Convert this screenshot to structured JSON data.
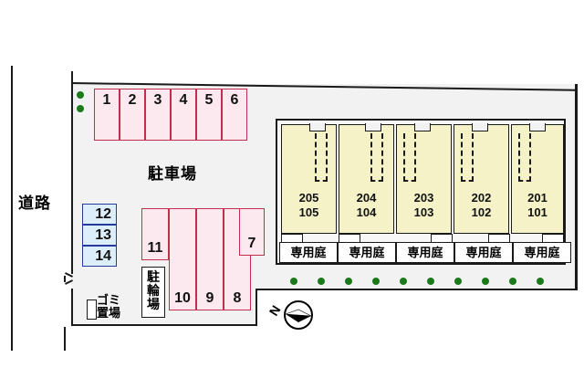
{
  "plan": {
    "road_label": "道路",
    "parking_label": "駐車場",
    "bicycle_label": [
      "駐",
      "輪",
      "場"
    ],
    "trash_label_line1": "ゴミ",
    "trash_label_line2": "置場",
    "compass_label": "N",
    "colors": {
      "stall_fill": "#fce9ef",
      "stall_border": "#c0304a",
      "blue_stall_fill": "#ddeefb",
      "blue_stall_border": "#26399e",
      "unit_fill": "#f6f2c8",
      "ground": "#f2f2f2",
      "greenery": "#1a7a1a",
      "outline": "#1a1a1a"
    }
  },
  "parking": {
    "top_row": [
      "1",
      "2",
      "3",
      "4",
      "5",
      "6"
    ],
    "lower_row": [
      "11",
      "10",
      "9",
      "8",
      "7"
    ],
    "blue_row": [
      "12",
      "13",
      "14"
    ]
  },
  "building": {
    "garden_label": "専用庭",
    "units": [
      {
        "upper": "205",
        "lower": "105",
        "garden": "専用庭"
      },
      {
        "upper": "204",
        "lower": "104",
        "garden": "専用庭"
      },
      {
        "upper": "203",
        "lower": "103",
        "garden": "専用庭"
      },
      {
        "upper": "202",
        "lower": "102",
        "garden": "専用庭"
      },
      {
        "upper": "201",
        "lower": "101",
        "garden": "専用庭"
      }
    ]
  }
}
